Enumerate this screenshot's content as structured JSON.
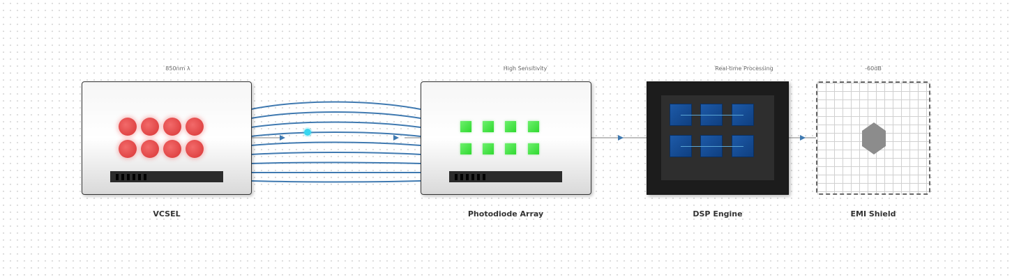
{
  "blocks": {
    "vcsel": {
      "caption": "850nm λ",
      "label": "VCSEL"
    },
    "photodiode": {
      "caption": "High Sensitivity",
      "label": "Photodiode Array"
    },
    "dsp": {
      "caption": "Real-time Processing",
      "label": "DSP Engine"
    },
    "emi": {
      "caption": "-60dB",
      "label": "EMI Shield"
    }
  },
  "colors": {
    "fiber": "#3f79b0",
    "connector": "#999999",
    "arrow": "#3f79b0",
    "vcsel_emitter": "#e04848",
    "photodiode": "#3ee03e",
    "dsp_core": "#1a5aa6",
    "pulse": "#38d6f0"
  },
  "icons": {
    "emitter": "red-dot-icon",
    "detector": "green-square-icon",
    "shield": "hexagon-icon"
  }
}
